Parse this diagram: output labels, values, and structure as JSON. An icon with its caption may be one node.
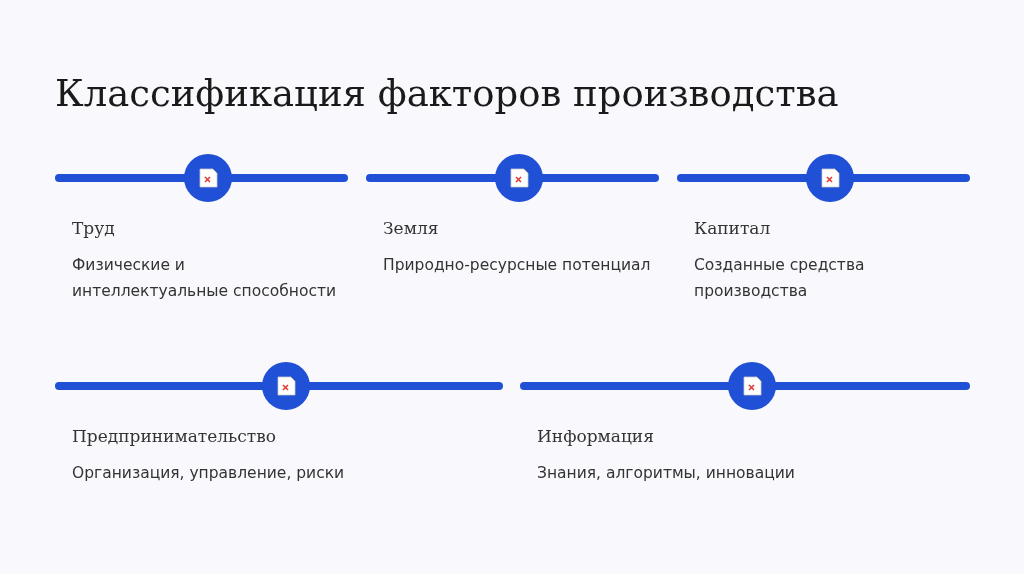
{
  "diagram": {
    "title": "Классификация факторов производства",
    "nodes": [
      {
        "text": [
          "Труд",
          "Физические и интеллектуальные способности"
        ]
      },
      {
        "text": [
          "Земля",
          "Природно-ресурсные потенциал"
        ]
      },
      {
        "text": [
          "Капитал",
          "Созданные средства производства"
        ]
      },
      {
        "text": [
          "Предпринимательство",
          "Организация, управление, риски"
        ]
      },
      {
        "text": [
          "Информация",
          "Знания, алгоритмы, инновации"
        ]
      }
    ]
  }
}
